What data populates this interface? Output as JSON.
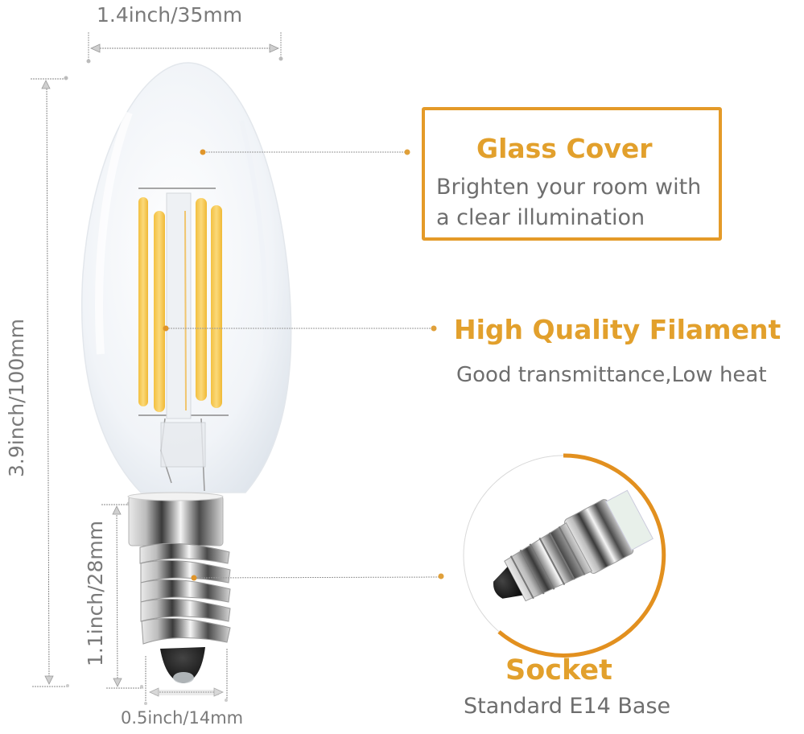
{
  "dimensions": {
    "top_width": "1.4inch/35mm",
    "total_height": "3.9inch/100mm",
    "base_height": "1.1inch/28mm",
    "base_width": "0.5inch/14mm"
  },
  "features": [
    {
      "title": "Glass Cover",
      "description_line1": "Brighten your room with",
      "description_line2": "a clear illumination"
    },
    {
      "title": "High Quality Filament",
      "description": "Good transmittance,Low heat"
    },
    {
      "title": "Socket",
      "description": "Standard E14 Base"
    }
  ],
  "colors": {
    "accent": "#e49a28",
    "text_gray": "#6e6e6e",
    "filament": "#f6c84a",
    "dim_line": "#9a9a9a"
  },
  "icons": {
    "bulb": "candle-led-filament-bulb",
    "socket_closeup": "e14-screw-socket"
  }
}
